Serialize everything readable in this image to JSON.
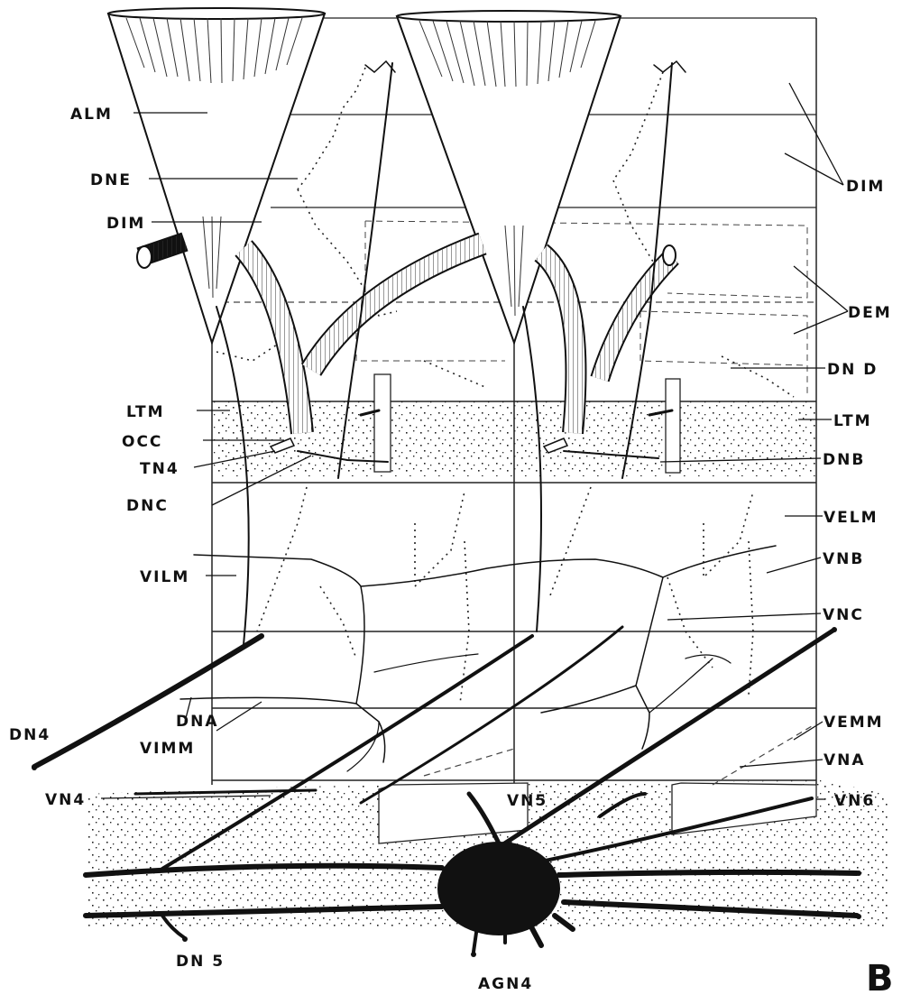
{
  "figure": {
    "panel_letter": "B",
    "labels": {
      "alm": "ALM",
      "dne": "DNE",
      "dim_left": "DIM",
      "dim_right": "DIM",
      "dem": "DEM",
      "dnd": "DN D",
      "ltm_left": "LTM",
      "ltm_right": "LTM",
      "occ": "OCC",
      "tn4": "TN4",
      "dnc": "DNC",
      "dnb": "DNB",
      "velm": "VELM",
      "vilm": "VILM",
      "vnb": "VNB",
      "vnc": "VNC",
      "dn4": "DN4",
      "dna": "DNA",
      "vimm": "VIMM",
      "vemm": "VEMM",
      "vna": "VNA",
      "vn4": "VN4",
      "vn5": "VN5",
      "vn6": "VN6",
      "dn5": "DN 5",
      "agn4": "AGN4"
    }
  }
}
